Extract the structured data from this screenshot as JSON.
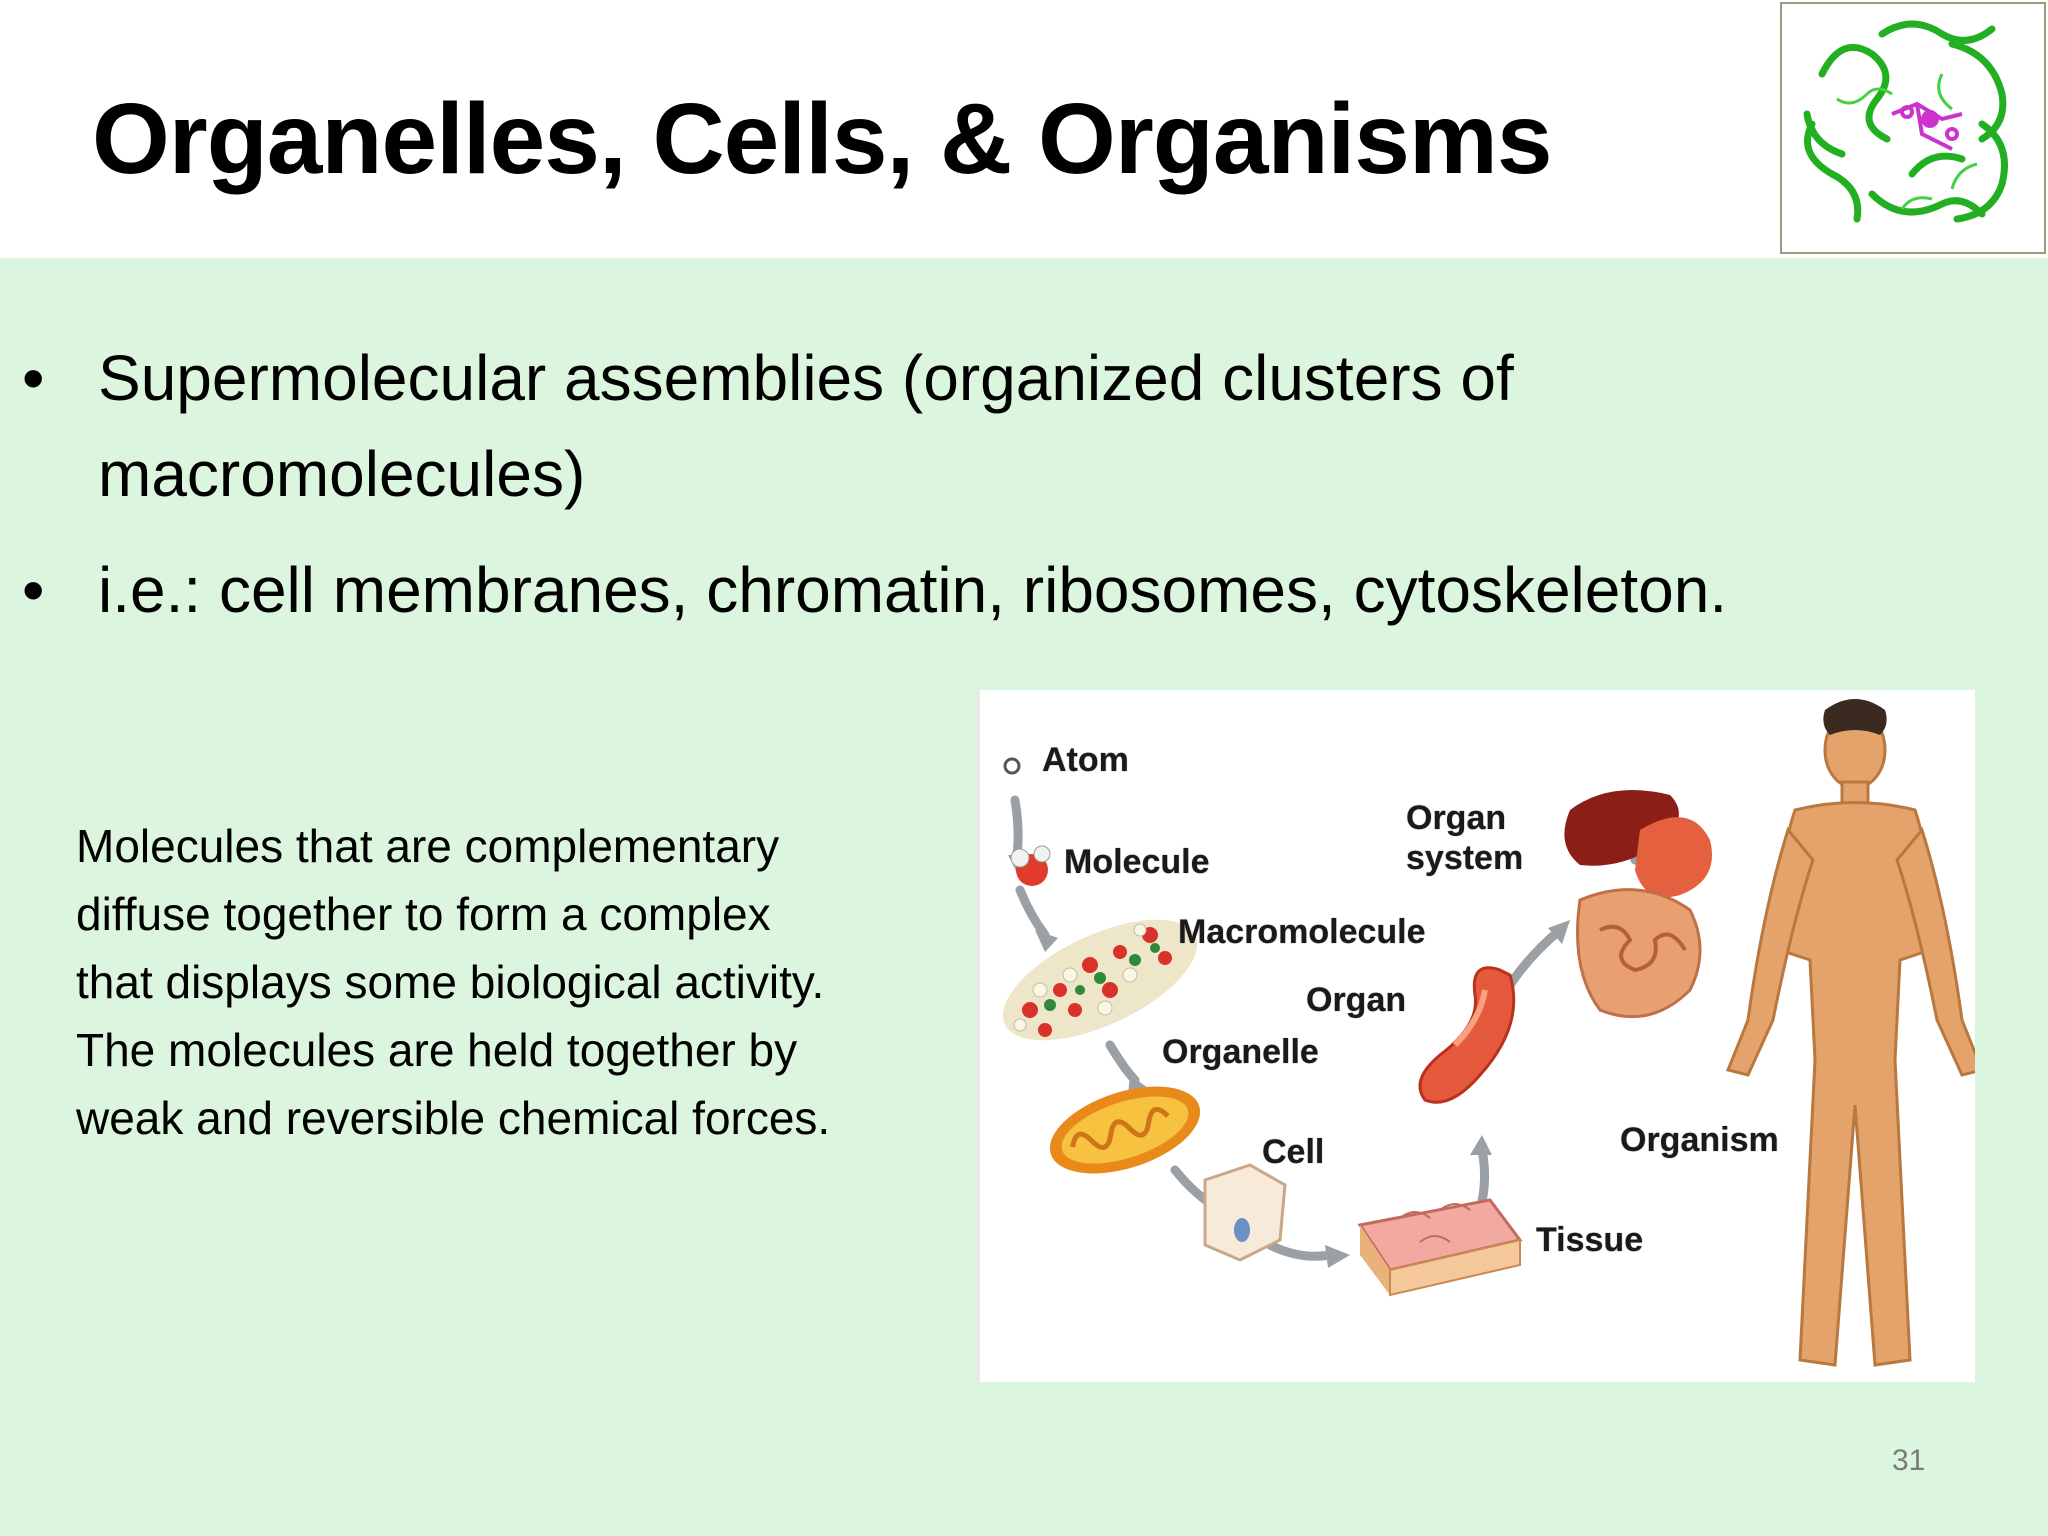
{
  "slide": {
    "title": "Organelles, Cells, & Organisms",
    "page_number": "31"
  },
  "bullets": [
    {
      "marker": "•",
      "text": "Supermolecular assemblies (organized clusters of macromolecules)"
    },
    {
      "marker": "•",
      "text": "i.e.: cell membranes, chromatin, ribosomes, cytoskeleton."
    }
  ],
  "side_text": "Molecules that are complementary\ndiffuse together to form a complex\nthat displays some biological activity.\nThe molecules are held together by\nweak and reversible chemical forces.",
  "diagram": {
    "labels": {
      "atom": "Atom",
      "molecule": "Molecule",
      "macromolecule": "Macromolecule",
      "organelle": "Organelle",
      "cell": "Cell",
      "tissue": "Tissue",
      "organ": "Organ",
      "organ_system": "Organ\nsystem",
      "organism": "Organism"
    }
  },
  "colors": {
    "background": "#dcf5de",
    "header": "#ffffff",
    "protein": "#22b022",
    "ligand": "#cc33cc"
  }
}
